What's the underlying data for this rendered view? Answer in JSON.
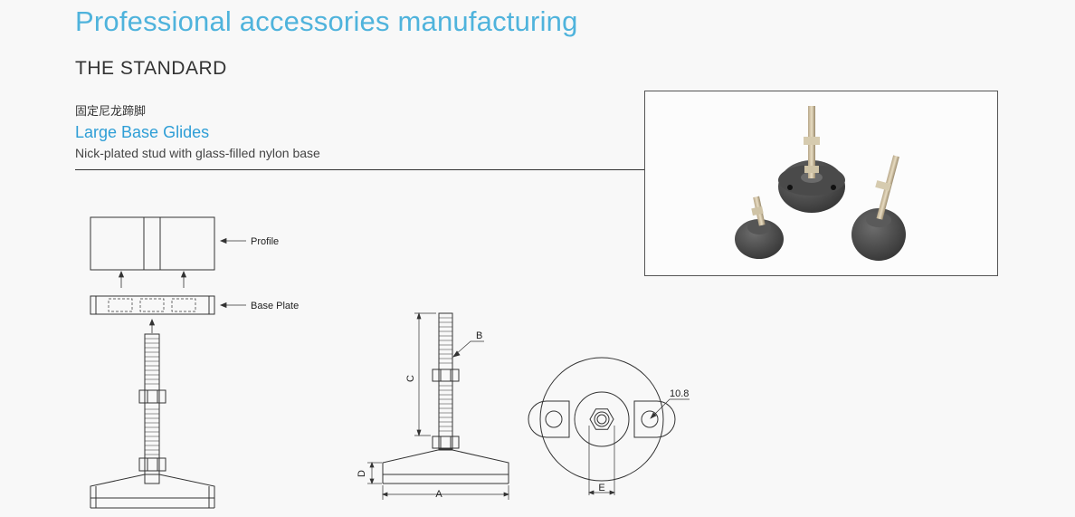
{
  "header": {
    "title": "Professional accessories manufacturing",
    "section": "THE STANDARD"
  },
  "product": {
    "name_cn": "固定尼龙蹄脚",
    "name": "Large Base Glides",
    "description": "Nick-plated stud with glass-filled nylon base"
  },
  "exploded_view": {
    "profile_label": "Profile",
    "base_plate_label": "Base Plate"
  },
  "dimensions": {
    "A": "A",
    "B": "B",
    "C": "C",
    "D": "D",
    "E": "E",
    "hole_diameter": "10.8"
  },
  "colors": {
    "title_blue": "#4fb3dc",
    "product_blue": "#2e9ed6"
  }
}
